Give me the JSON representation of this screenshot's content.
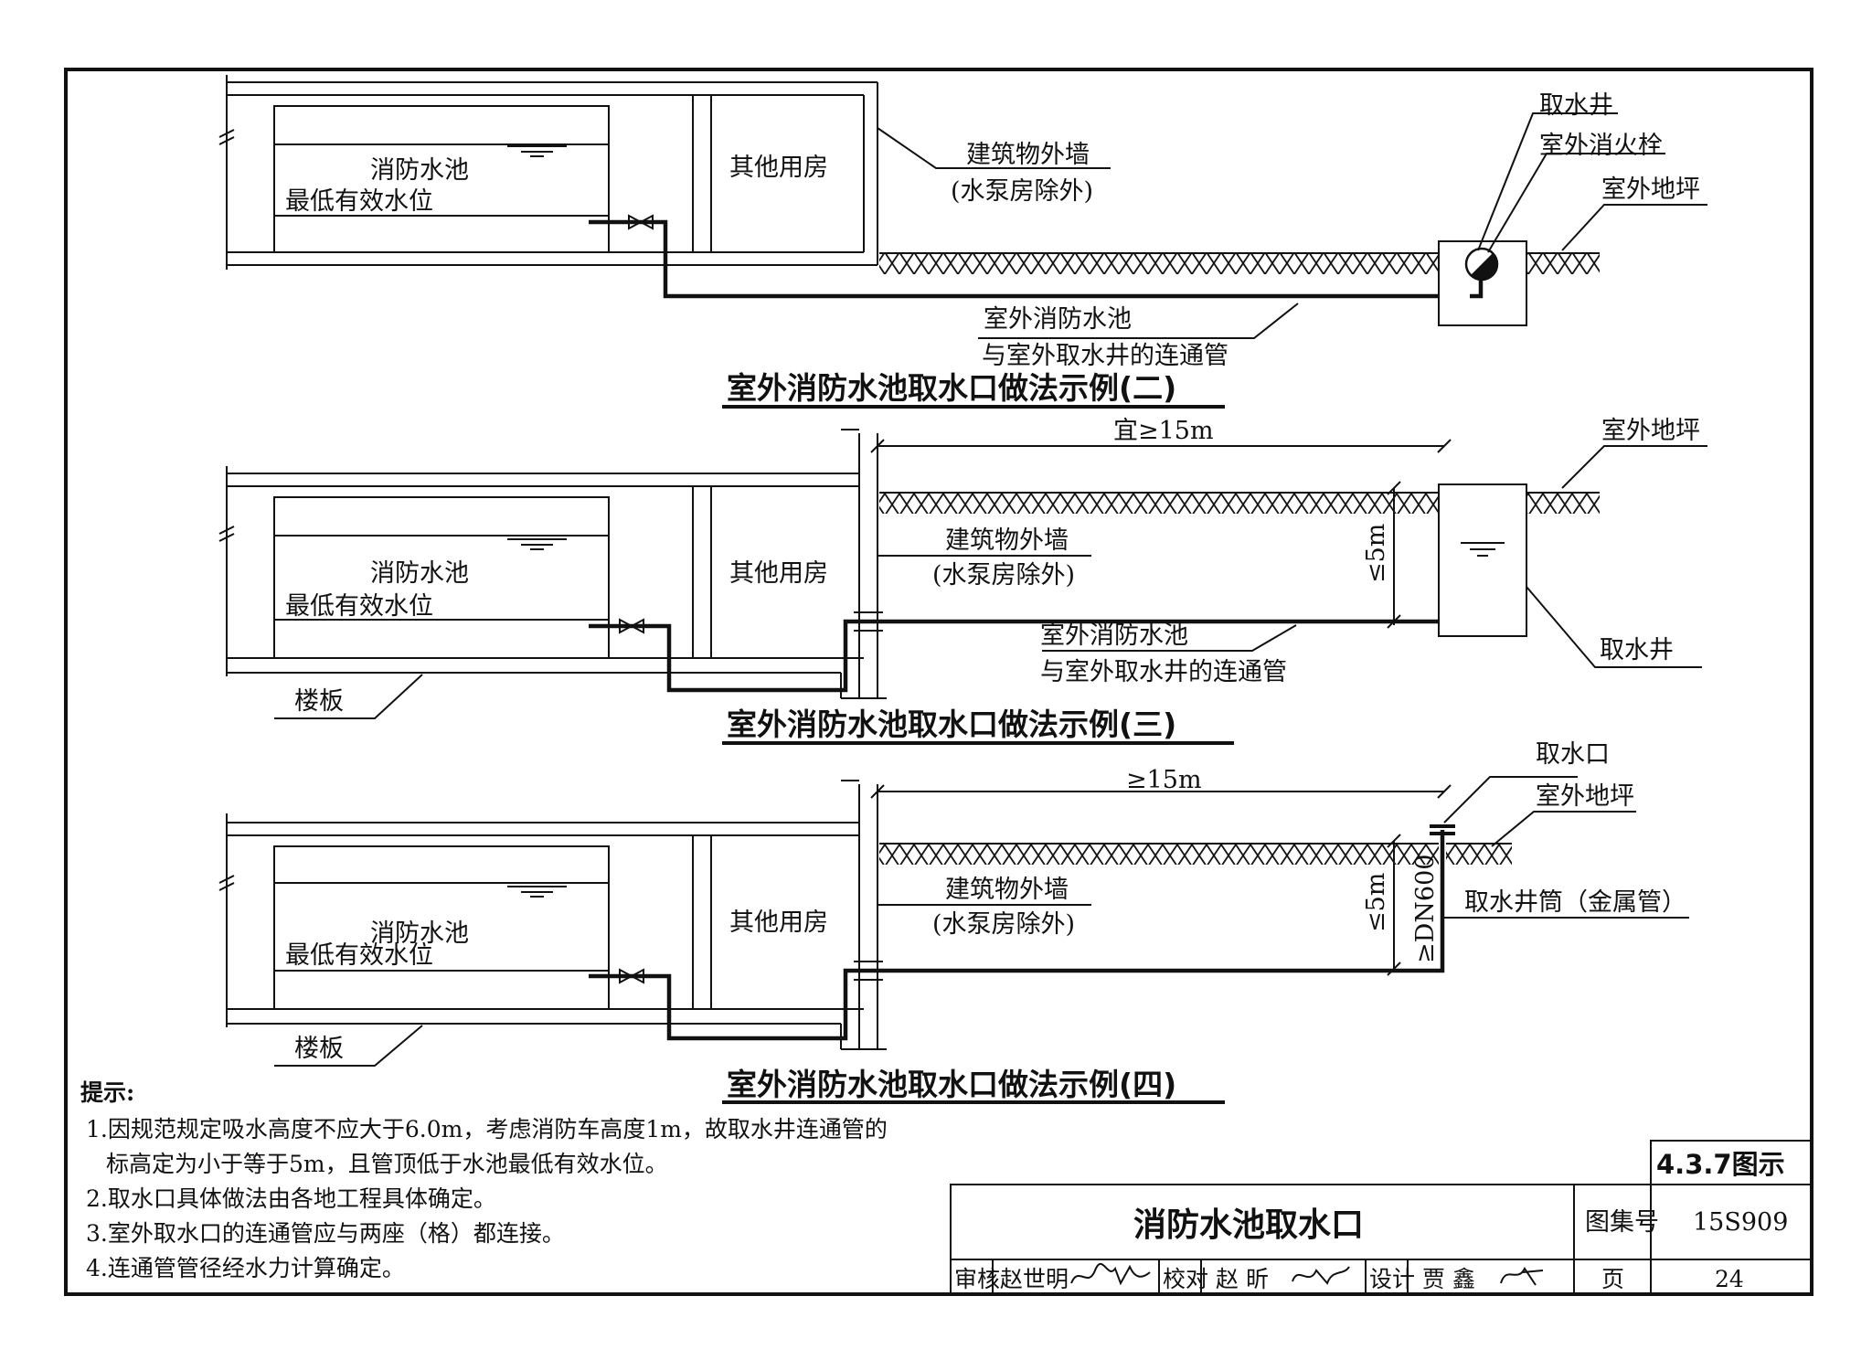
{
  "sheet_code": "4.3.7图示",
  "title_block": {
    "drawing_title": "消防水池取水口",
    "atlas_no_label": "图集号",
    "atlas_no": "15S909",
    "page_label": "页",
    "page_no": "24",
    "review_label": "审核",
    "review_name": "赵世明",
    "check_label": "校对",
    "check_name": "赵 昕",
    "design_label": "设计",
    "design_name": "贾 鑫"
  },
  "examples": [
    {
      "title": "室外消防水池取水口做法示例(二)",
      "pool": "消防水池",
      "min_level": "最低有效水位",
      "other_room": "其他用房",
      "wall": "建筑物外墙",
      "wall_note": "(水泵房除外)",
      "pipe_line1": "室外消防水池",
      "pipe_line2": "与室外取水井的连通管",
      "well": "取水井",
      "hydrant": "室外消火栓",
      "ground": "室外地坪"
    },
    {
      "title": "室外消防水池取水口做法示例(三)",
      "pool": "消防水池",
      "min_level": "最低有效水位",
      "other_room": "其他用房",
      "wall": "建筑物外墙",
      "wall_note": "(水泵房除外)",
      "pipe_line1": "室外消防水池",
      "pipe_line2": "与室外取水井的连通管",
      "well": "取水井",
      "ground": "室外地坪",
      "floor": "楼板",
      "dim_horizontal": "宜≥15m",
      "dim_vertical": "≤5m"
    },
    {
      "title": "室外消防水池取水口做法示例(四)",
      "pool": "消防水池",
      "min_level": "最低有效水位",
      "other_room": "其他用房",
      "wall": "建筑物外墙",
      "wall_note": "(水泵房除外)",
      "intake": "取水口",
      "ground": "室外地坪",
      "well_pipe": "取水井筒（金属管）",
      "floor": "楼板",
      "dim_horizontal": "≥15m",
      "dim_vertical": "≤5m",
      "dim_pipe": "≥DN600"
    }
  ],
  "notes": {
    "heading": "提示:",
    "items": [
      "1.因规范规定吸水高度不应大于6.0m，考虑消防车高度1m，故取水井连通管的",
      "标高定为小于等于5m，且管顶低于水池最低有效水位。",
      "2.取水口具体做法由各地工程具体确定。",
      "3.室外取水口的连通管应与两座（格）都连接。",
      "4.连通管管径经水力计算确定。"
    ]
  }
}
